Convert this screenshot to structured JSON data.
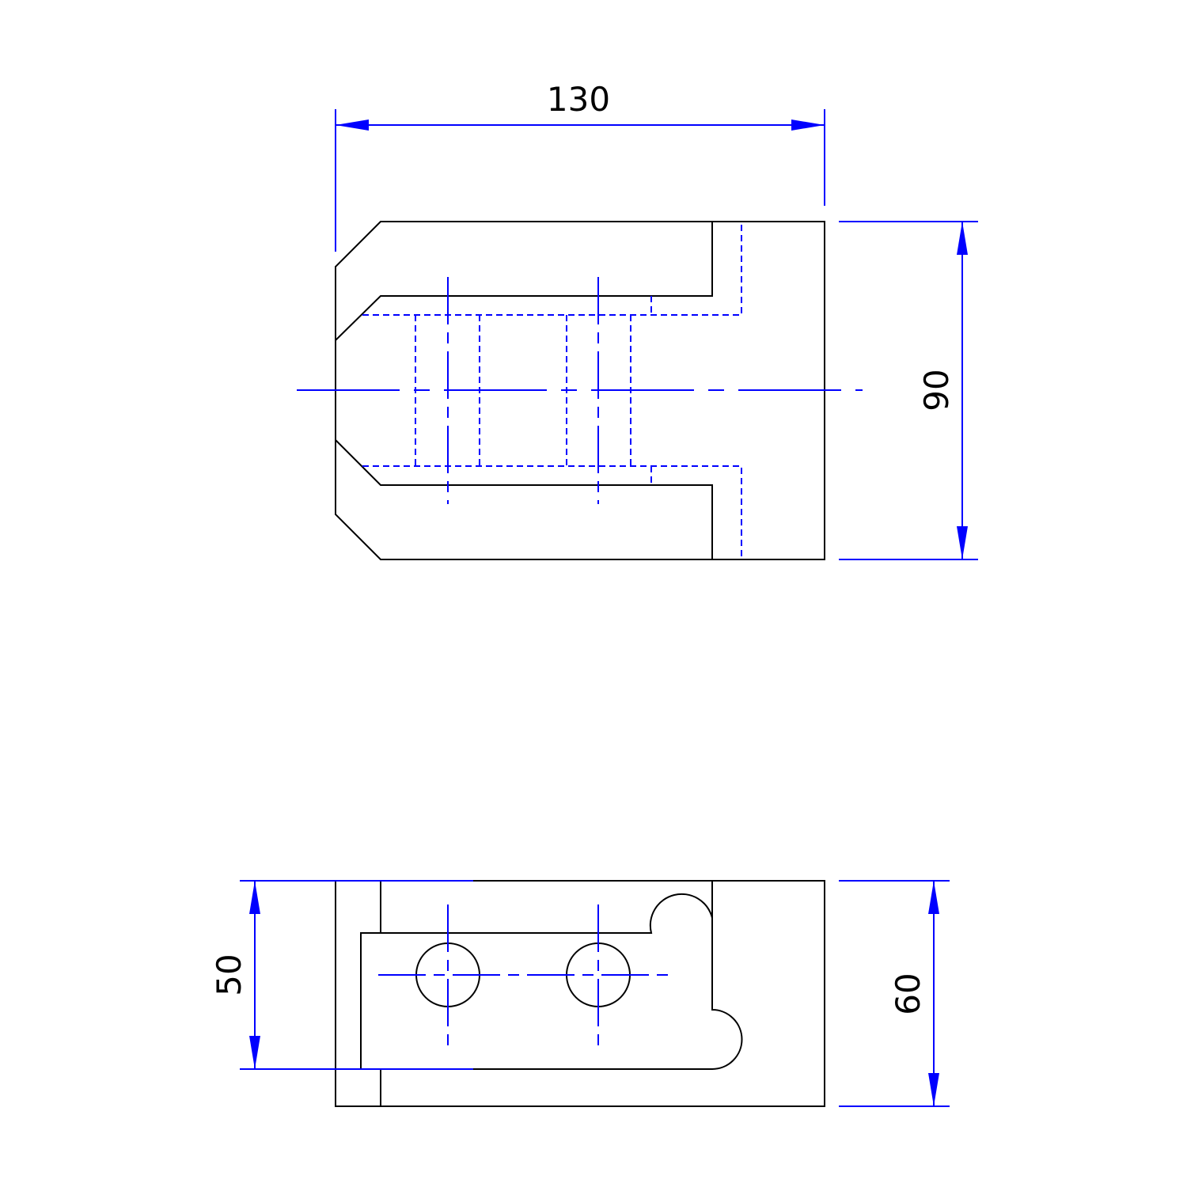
{
  "dimensions": {
    "width_top": "130",
    "height_top": "90",
    "height_left_bottom": "50",
    "height_right_bottom": "60"
  },
  "colors": {
    "part_outline": "#000000",
    "hidden_and_center_lines": "#0000ff",
    "dimension_lines": "#0000ff",
    "dimension_text": "#000000"
  }
}
